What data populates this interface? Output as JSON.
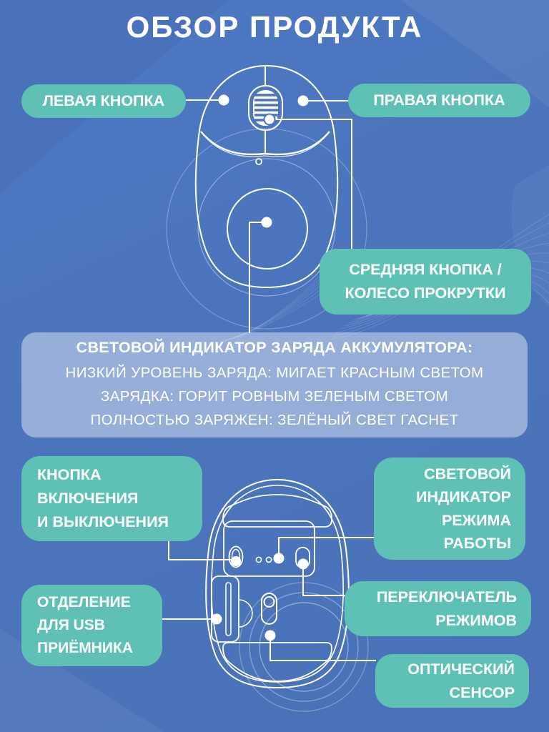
{
  "title": "ОБЗОР ПРОДУКТА",
  "colors": {
    "background_blue": "#4b74bc",
    "accent_teal": "#5fc1b6",
    "info_panel_overlay": "#a7b7dc",
    "diagram_line": "#ffffff"
  },
  "top_view": {
    "labels": {
      "left_button": "ЛЕВАЯ КНОПКА",
      "right_button": "ПРАВАЯ КНОПКА",
      "middle_button": "СРЕДНЯЯ КНОПКА /\nКОЛЕСО ПРОКРУТКИ"
    }
  },
  "battery_indicator": {
    "title": "СВЕТОВОЙ ИНДИКАТОР ЗАРЯДА АККУМУЛЯТОРА:",
    "lines": [
      "НИЗКИЙ УРОВЕНЬ ЗАРЯДА: МИГАЕТ КРАСНЫМ СВЕТОМ",
      "ЗАРЯДКА: ГОРИТ РОВНЫМ ЗЕЛЕНЫМ СВЕТОМ",
      "ПОЛНОСТЬЮ ЗАРЯЖЕН: ЗЕЛЁНЫЙ СВЕТ ГАСНЕТ"
    ]
  },
  "bottom_view": {
    "labels": {
      "power_button": "КНОПКА\nВКЛЮЧЕНИЯ\nИ ВЫКЛЮЧЕНИЯ",
      "mode_indicator": "СВЕТОВОЙ\nИНДИКАТОР\nРЕЖИМА\nРАБОТЫ",
      "usb_compartment": "ОТДЕЛЕНИЕ\nДЛЯ USB\nПРИЁМНИКА",
      "mode_switch": "ПЕРЕКЛЮЧАТЕЛЬ\nРЕЖИМОВ",
      "optical_sensor": "ОПТИЧЕСКИЙ\nСЕНСОР"
    }
  }
}
